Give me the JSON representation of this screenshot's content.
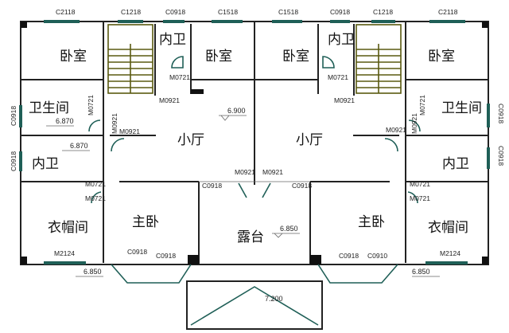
{
  "rooms": {
    "bedroom": "卧室",
    "inner_bath": "内卫",
    "bathroom": "卫生间",
    "small_hall": "小厅",
    "master_bedroom": "主卧",
    "cloakroom": "衣帽间",
    "terrace": "露台"
  },
  "top_windows": [
    "C2118",
    "C1218",
    "C0918",
    "C1518",
    "C1518",
    "C0918",
    "C1218",
    "C2118"
  ],
  "side_windows": [
    "C0918",
    "C0918",
    "C0918",
    "C0918"
  ],
  "doors_left": [
    "M0721",
    "M0921",
    "M0721",
    "M0921",
    "M0921",
    "M0721",
    "M0721",
    "M2124",
    "C0918",
    "M0921",
    "C0918",
    "C0918"
  ],
  "doors_right": [
    "M0721",
    "M0921",
    "M0721",
    "M0921",
    "M0921",
    "M0721",
    "M0721",
    "M2124",
    "C0918",
    "M0921",
    "C0918",
    "C0910"
  ],
  "elevations": [
    "6.900",
    "6.870",
    "6.870",
    "6.850",
    "6.850",
    "6.850",
    "7.200"
  ],
  "colors": {
    "wall": "#222222",
    "window": "#1f5f57",
    "stair": "#5a5a10"
  }
}
